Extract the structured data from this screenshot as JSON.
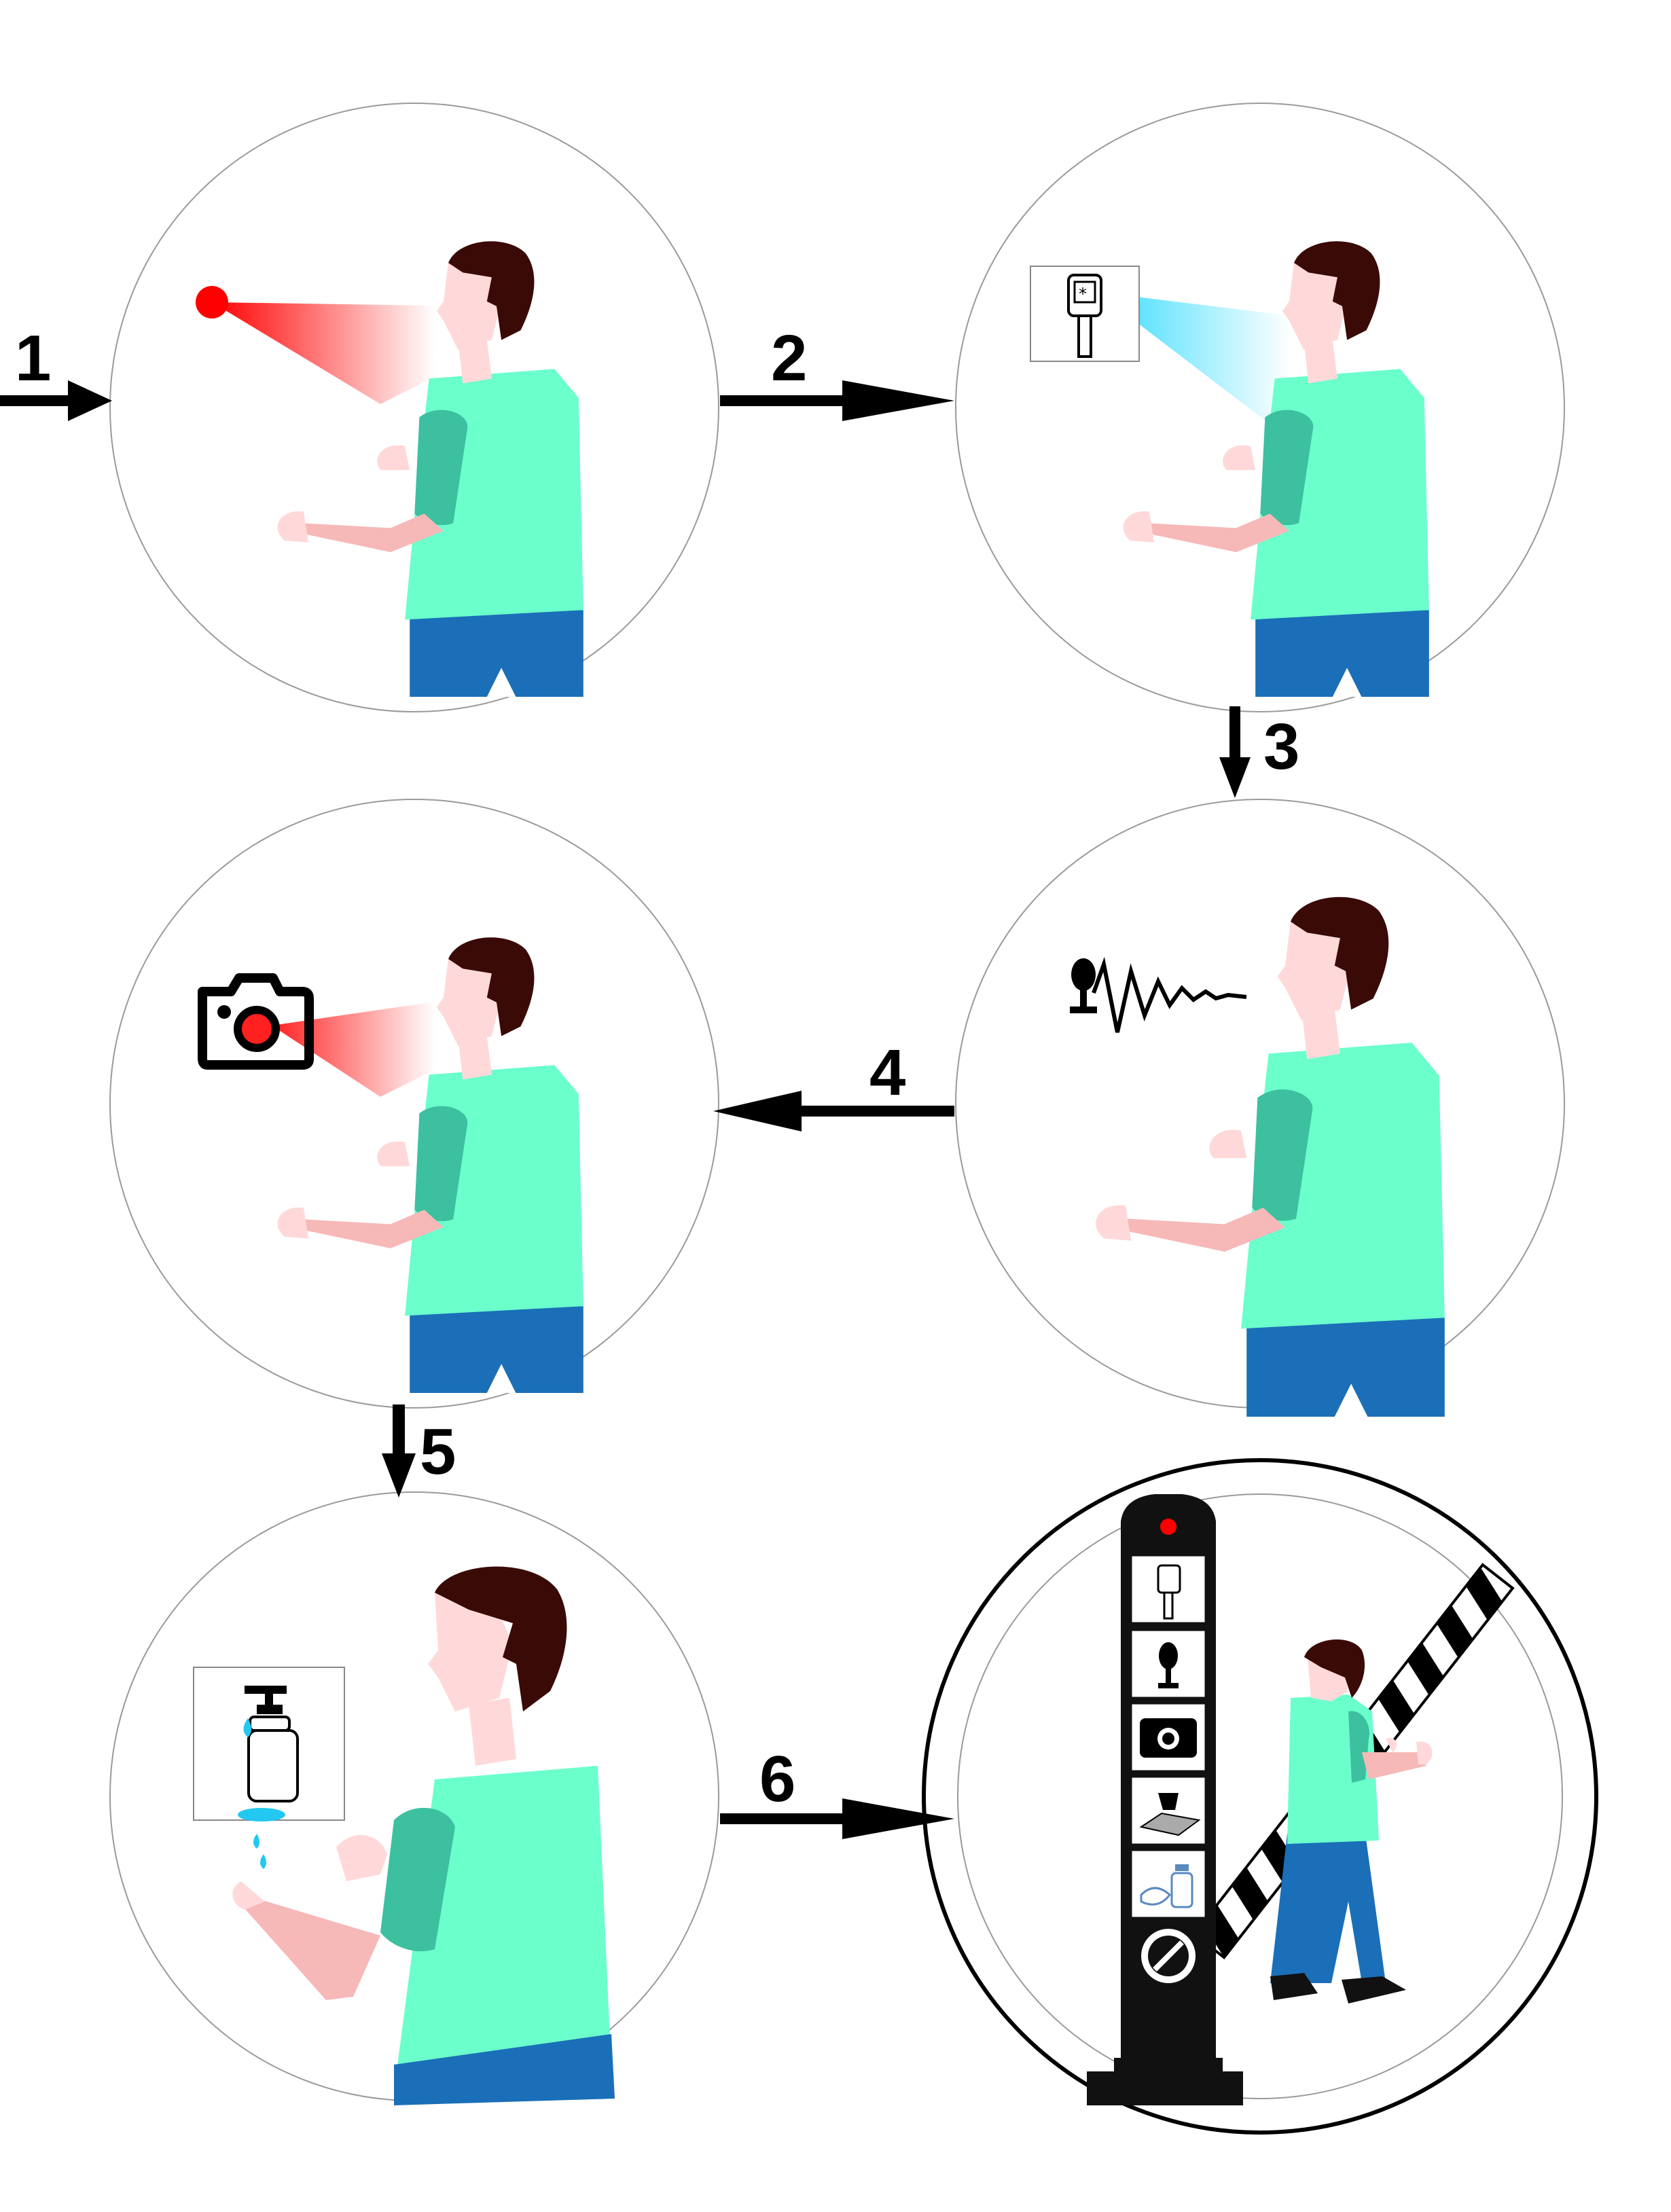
{
  "steps": [
    {
      "number": "1",
      "stage": "red-dot-detection"
    },
    {
      "number": "2",
      "stage": "thermometer-scan"
    },
    {
      "number": "3",
      "stage": "voice-check"
    },
    {
      "number": "4",
      "stage": "camera-capture"
    },
    {
      "number": "5",
      "stage": "hand-sanitizer"
    },
    {
      "number": "6",
      "stage": "gate-passage"
    }
  ],
  "colors": {
    "shirt": "#6bffcc",
    "sleeve": "#3cc0a0",
    "jeans": "#1a6fb8",
    "hair": "#3a0a06",
    "skin": "#ffd9d9",
    "arm_skin": "#f7b8b8",
    "laser_red": "#ff0000",
    "scan_cyan": "#57e4ff",
    "droplet": "#22c8f0",
    "kiosk": "#111111",
    "circle_stroke": "#9a9a9a"
  },
  "icons": [
    "red-dot-icon",
    "thermometer-icon",
    "microphone-icon",
    "camera-icon",
    "sanitizer-icon",
    "no-entry-icon"
  ]
}
